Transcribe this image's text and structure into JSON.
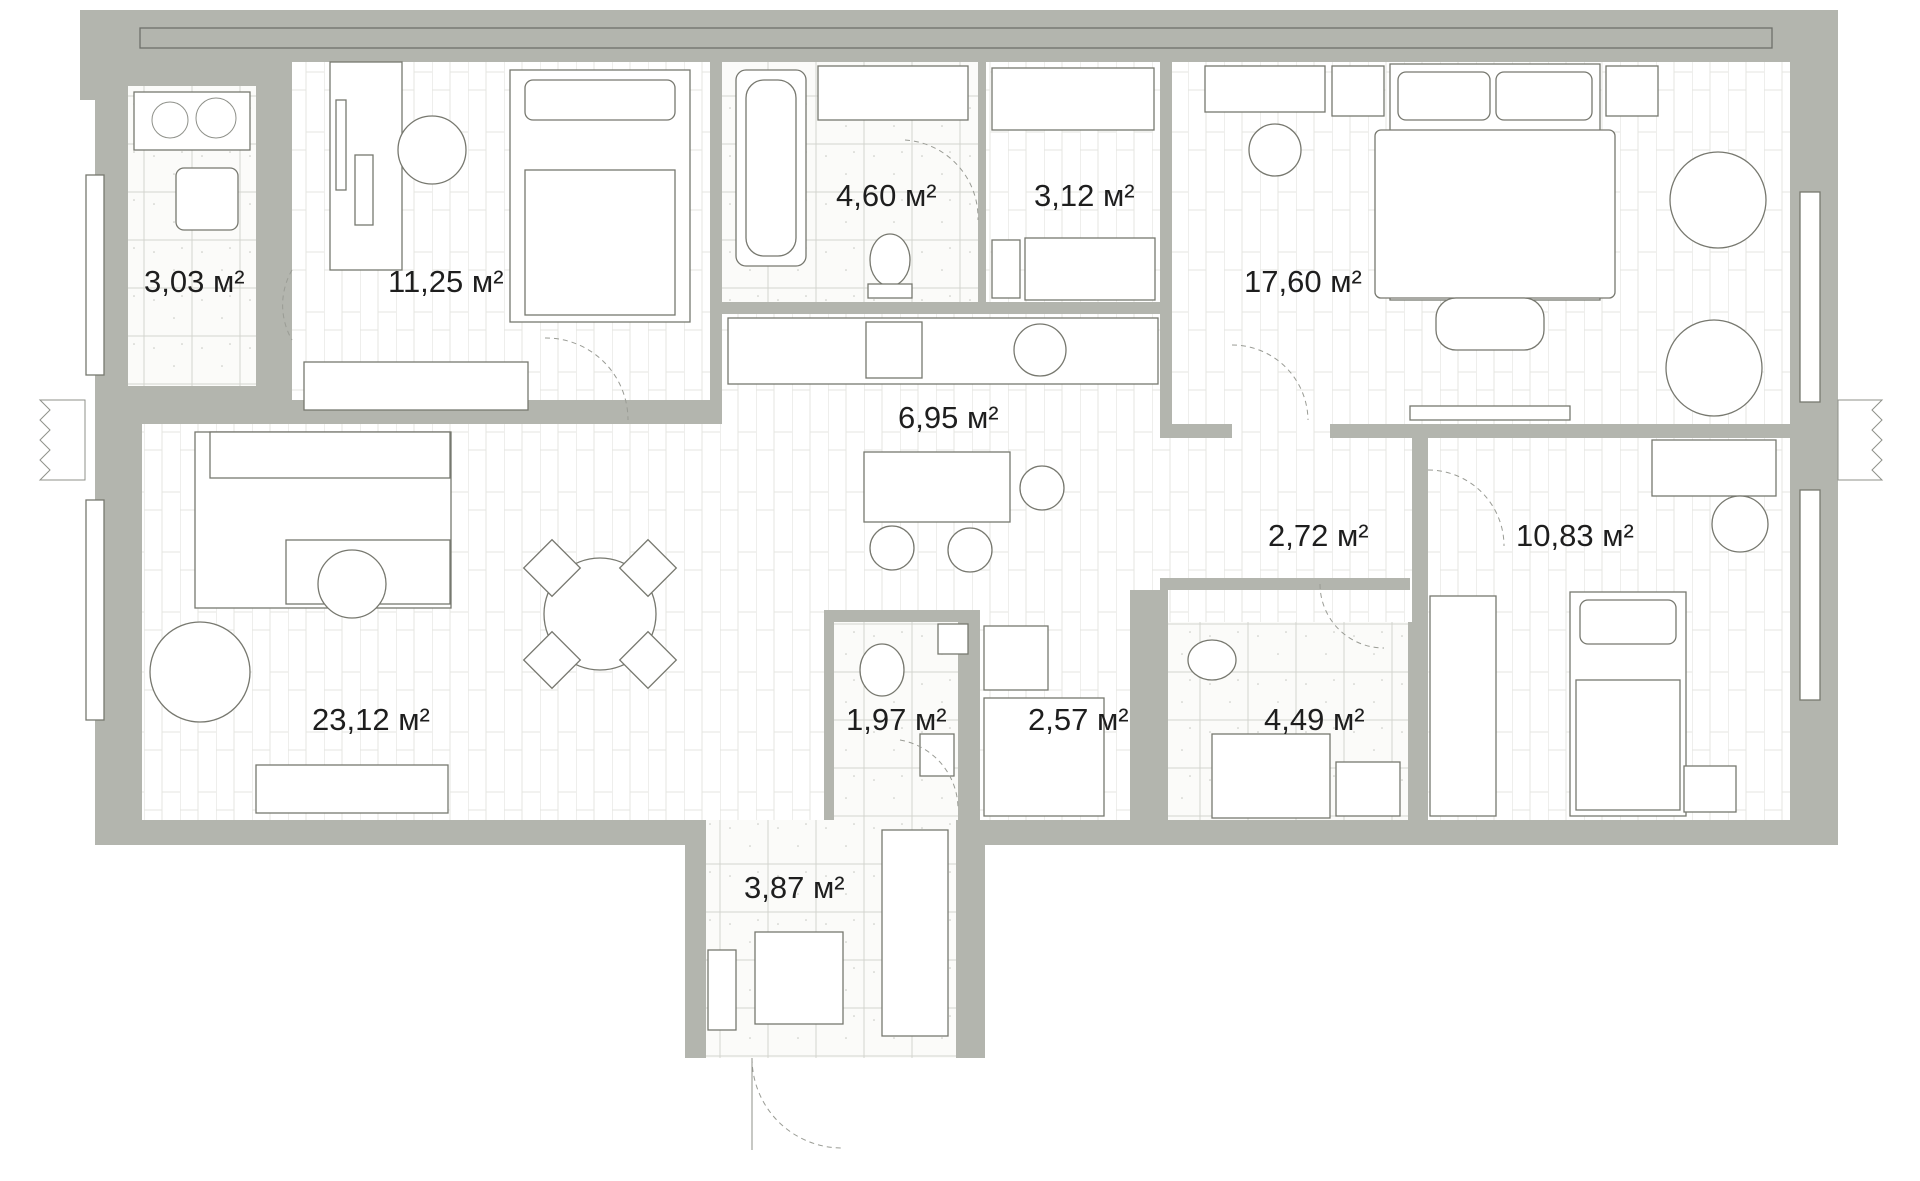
{
  "colors": {
    "wall": "#b3b5ae",
    "floor_wood_lines": "#d9dad5",
    "tile_grid": "#d6d8d1",
    "furniture_stroke": "#77786f",
    "label_text": "#1e1e1e"
  },
  "rooms": [
    {
      "id": "balcony",
      "area": "3,03 м²"
    },
    {
      "id": "bedroom-small",
      "area": "11,25 м²"
    },
    {
      "id": "bathroom",
      "area": "4,60 м²"
    },
    {
      "id": "wardrobe",
      "area": "3,12 м²"
    },
    {
      "id": "master-bedroom",
      "area": "17,60 м²"
    },
    {
      "id": "kitchen",
      "area": "6,95 м²"
    },
    {
      "id": "hall",
      "area": "2,72 м²"
    },
    {
      "id": "bedroom-right",
      "area": "10,83 м²"
    },
    {
      "id": "living-room",
      "area": "23,12 м²"
    },
    {
      "id": "toilet",
      "area": "1,97 м²"
    },
    {
      "id": "laundry",
      "area": "2,57 м²"
    },
    {
      "id": "shower-room",
      "area": "4,49 м²"
    },
    {
      "id": "entrance",
      "area": "3,87 м²"
    }
  ]
}
